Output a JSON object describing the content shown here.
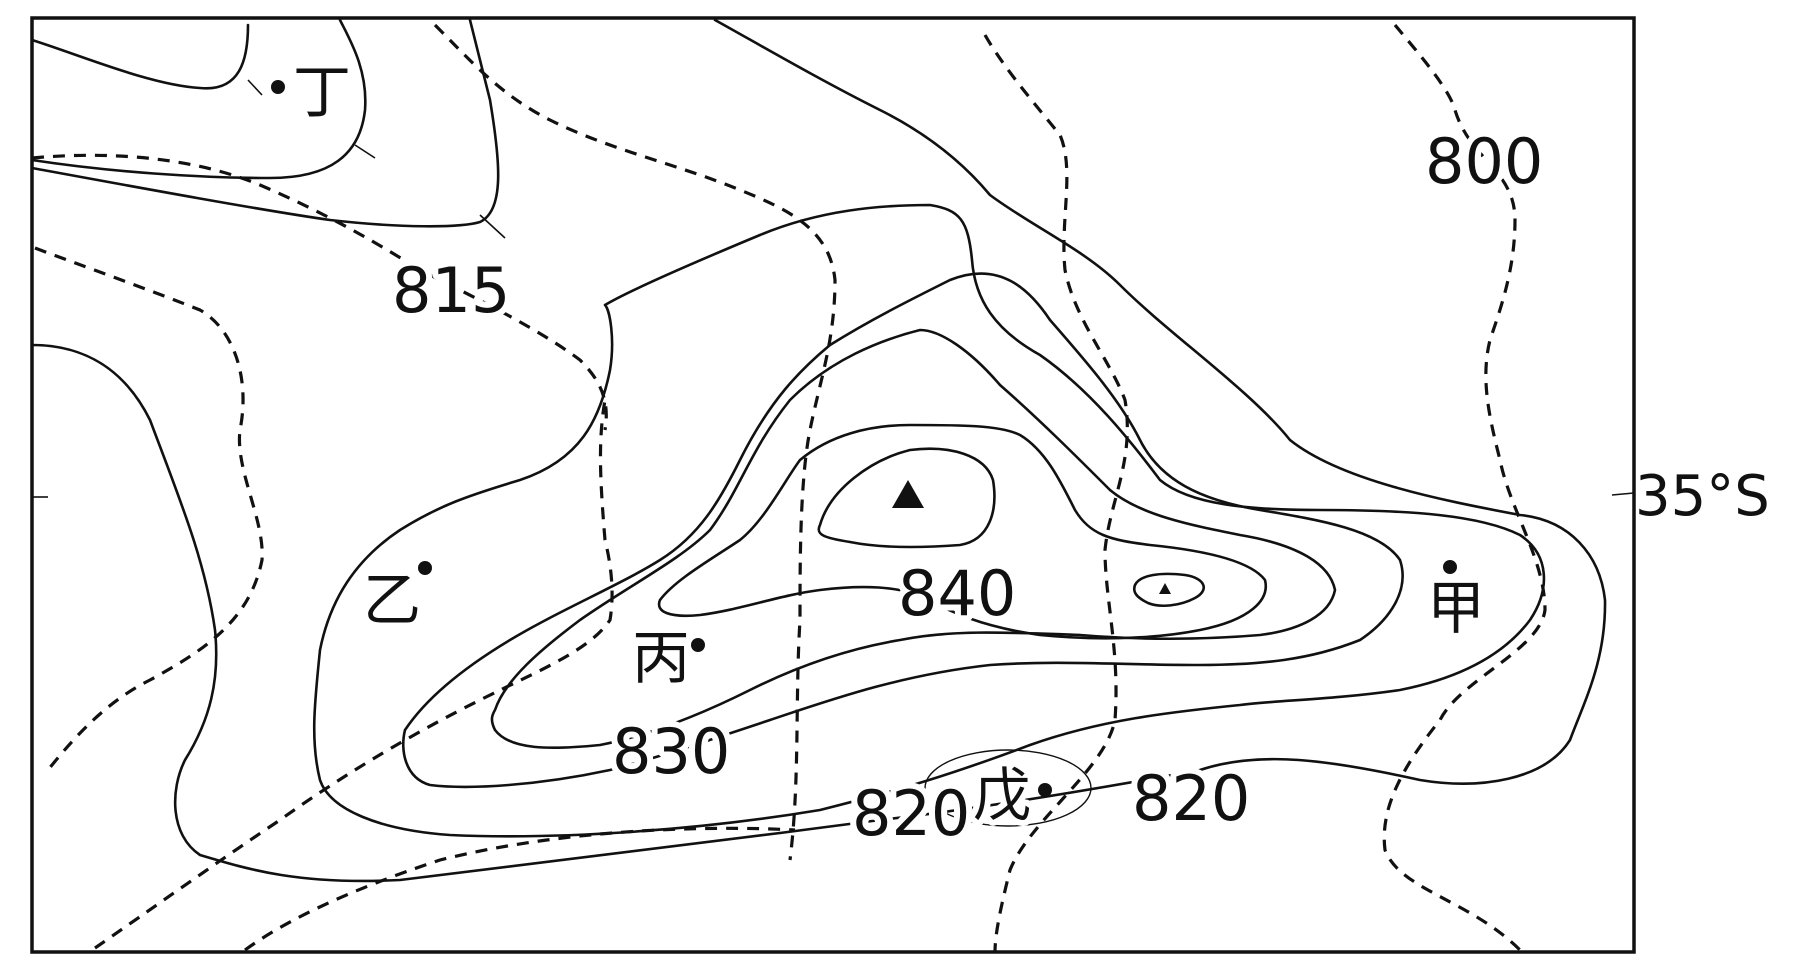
{
  "map": {
    "frame": "map-frame",
    "contour_labels": [
      {
        "id": "label-815",
        "text": "815"
      },
      {
        "id": "label-800",
        "text": "800"
      },
      {
        "id": "label-840",
        "text": "840"
      },
      {
        "id": "label-830",
        "text": "830"
      },
      {
        "id": "label-820-left",
        "text": "820"
      },
      {
        "id": "label-820-right",
        "text": "820"
      }
    ],
    "places": [
      {
        "id": "place-ding",
        "text": "丁"
      },
      {
        "id": "place-yi",
        "text": "乙"
      },
      {
        "id": "place-bing",
        "text": "丙"
      },
      {
        "id": "place-wu",
        "text": "戊"
      },
      {
        "id": "place-jia",
        "text": "甲"
      }
    ],
    "latitude_label": "35°S",
    "peak_symbol": "triangle-peak-icon",
    "line_color": "#111111",
    "background_color": "#ffffff"
  }
}
